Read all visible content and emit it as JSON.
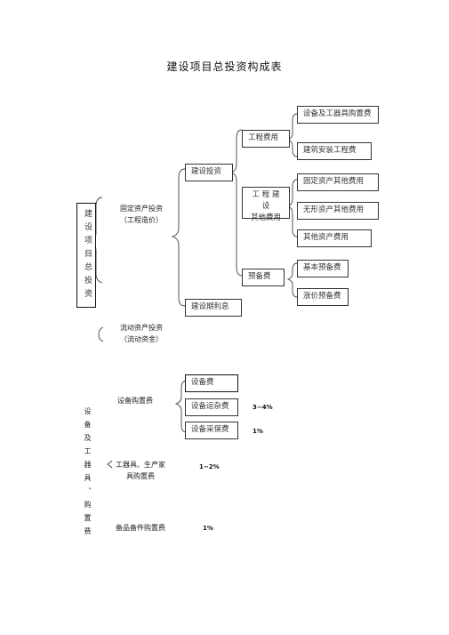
{
  "title": "建设项目总投资构成表",
  "part1": {
    "root": "建设项目总投资",
    "fixed_assets": {
      "line1": "固定资产投资",
      "line2": "（工程造价）"
    },
    "current_assets": {
      "line1": "流动资产投资",
      "line2": "（流动资金）"
    },
    "construction_investment": "建设投资",
    "construction_interest": "建设期利息",
    "engineering_cost": "工程费用",
    "other_costs": {
      "line1": "工 程 建 设",
      "line2": "其他费用"
    },
    "reserve": "预备费",
    "leaves": {
      "equipment_purchase": "设备及工器具购置费",
      "installation": "建筑安装工程费",
      "fixed_other": "固定资产其他费用",
      "intangible_other": "无形资产其他费用",
      "other_assets": "其他资产费用",
      "basic_reserve": "基本预备费",
      "price_reserve": "涨价预备费"
    }
  },
  "part2": {
    "root": "设备及工器具、购置费",
    "equipment_purchase_cost": "设备购置费",
    "tools_furniture": {
      "line1": "工器具、生产家",
      "line2": "具购置费"
    },
    "spare_parts": "备品备件购置费",
    "equipment_fee": "设备费",
    "transport_fee": "设备运杂费",
    "insurance_fee": "设备采保费",
    "pct_transport": "3~4%",
    "pct_insurance": "1%",
    "pct_tools": "1~2%",
    "pct_spare": "1%"
  }
}
